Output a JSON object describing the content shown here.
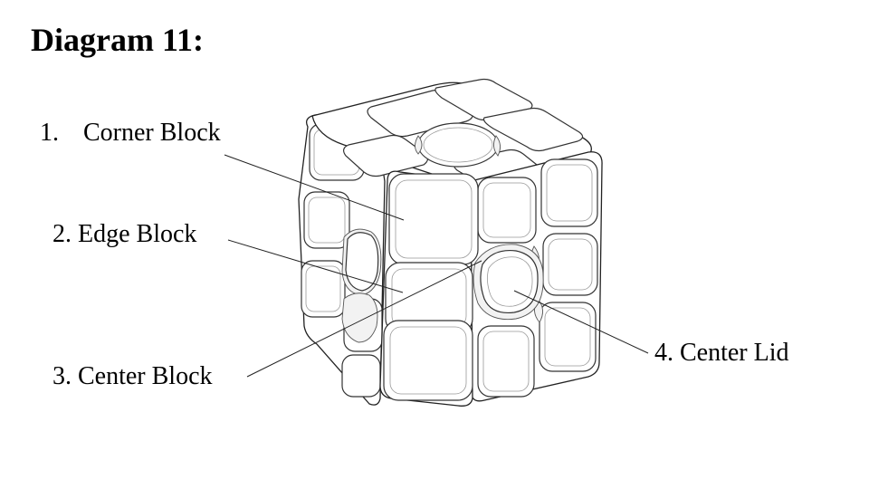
{
  "title": "Diagram 11:",
  "labels": {
    "corner_number": "1.",
    "corner_text": "Corner Block",
    "edge": "2. Edge Block",
    "center_block": "3. Center Block",
    "center_lid": "4. Center Lid"
  },
  "colors": {
    "text": "#000000",
    "line": "#222222",
    "background": "#ffffff"
  }
}
